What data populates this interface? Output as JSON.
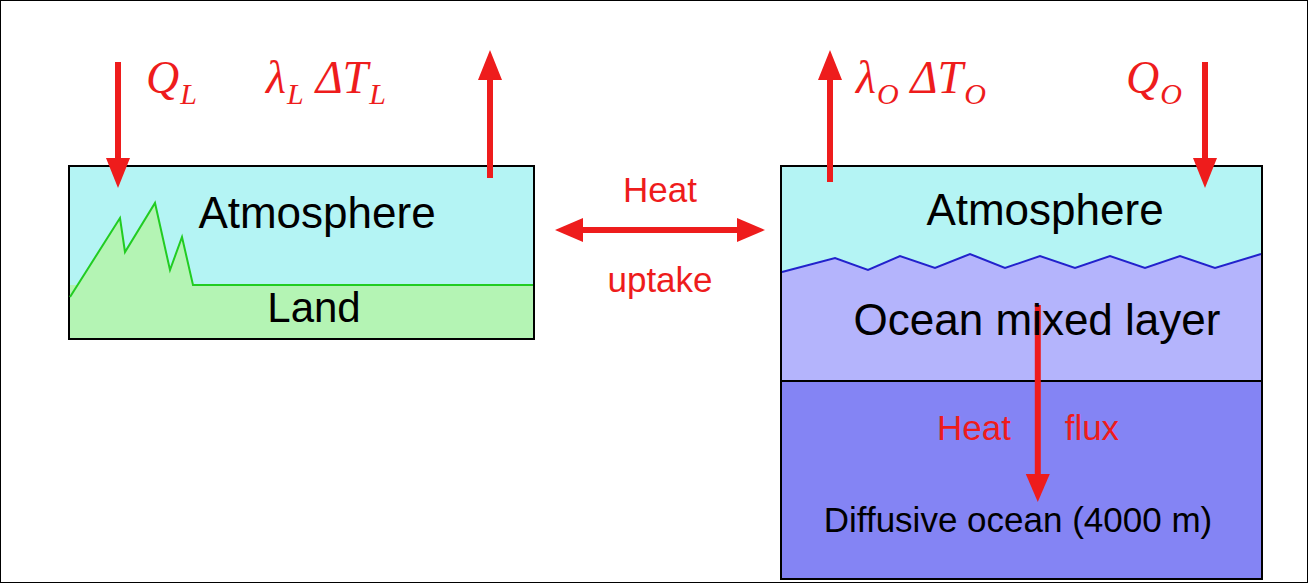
{
  "diagram": {
    "nodes": [
      {
        "text": [
          "Atmosphere"
        ]
      },
      {
        "text": [
          "Land"
        ],
        "in": 0
      },
      {
        "text": [
          "Atmosphere"
        ]
      },
      {
        "text": [
          "Ocean mixed layer"
        ]
      },
      {
        "text": [
          "Diffusive ocean (4000 m)"
        ]
      }
    ],
    "edges": [
      {
        "from": 0,
        "to": 2,
        "arrow": "both",
        "label": "Heat uptake"
      },
      {
        "from": 3,
        "to": 4,
        "arrow": "to",
        "label": "Heat flux"
      }
    ],
    "labels": [
      "Q",
      "L",
      "λ",
      "L",
      "ΔT",
      "L",
      "λ",
      "O",
      "ΔT",
      "O",
      "Q",
      "O"
    ]
  }
}
